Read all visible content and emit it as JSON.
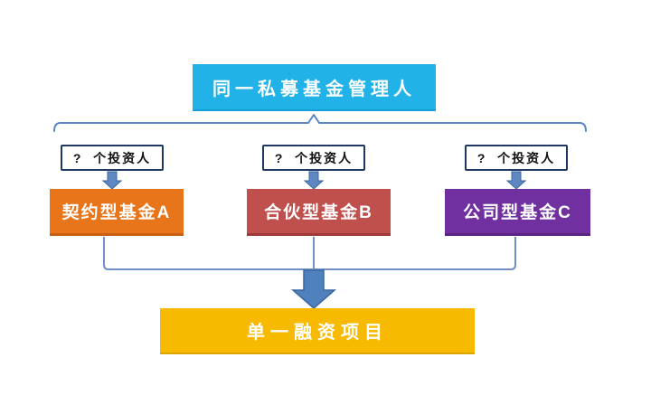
{
  "diagram": {
    "type": "org-flow-diagram",
    "top_box": {
      "label": "同一私募基金管理人",
      "bg_color": "#21b2e8",
      "text_color": "#ffffff"
    },
    "columns": [
      {
        "investor_label": "?  个投资人",
        "fund_label": "契约型基金A",
        "fund_color": "#e8751a"
      },
      {
        "investor_label": "?  个投资人",
        "fund_label": "合伙型基金B",
        "fund_color": "#c0504d"
      },
      {
        "investor_label": "?  个投资人",
        "fund_label": "公司型基金C",
        "fund_color": "#7030a0"
      }
    ],
    "bottom_box": {
      "label": "单一融资项目",
      "bg_color": "#f7ba00",
      "text_color": "#ffffff"
    },
    "connectors": {
      "brace_color": "#5b87c5",
      "line_color": "#7090c5",
      "small_arrow_fill": "#5e88c2",
      "big_arrow_fill": "#4f81bd",
      "arrow_stroke": "#3b66a0",
      "investor_box_border": "#1f3864"
    }
  }
}
